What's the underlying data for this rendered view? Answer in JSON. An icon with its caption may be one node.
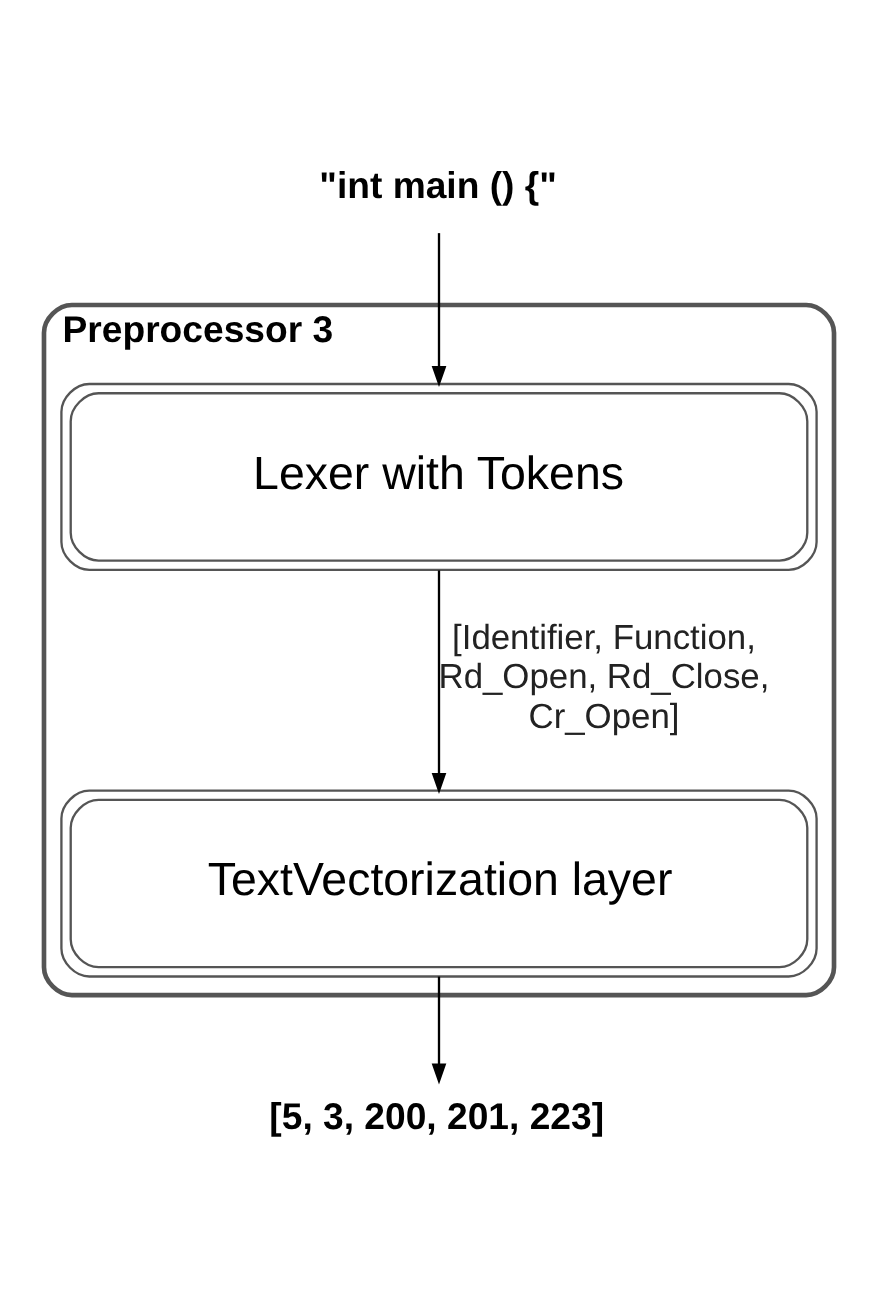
{
  "diagram": {
    "nodes": [
      {
        "text": [
          "\"int main () {\""
        ]
      },
      {
        "text": [
          "Preprocessor 3"
        ]
      },
      {
        "text": [
          "Lexer with Tokens"
        ],
        "in": 1
      },
      {
        "text": [
          "TextVectorization layer"
        ],
        "in": 1
      },
      {
        "text": [
          "[5, 3, 200, 201, 223]"
        ]
      }
    ],
    "edges": [
      {
        "from": 0,
        "to": 2,
        "arrow": "to"
      },
      {
        "from": 2,
        "to": 3,
        "arrow": "to",
        "label": "[Identifier, Function, Rd_Open, Rd_Close, Cr_Open]"
      },
      {
        "from": 3,
        "to": 4,
        "arrow": "to"
      }
    ]
  }
}
